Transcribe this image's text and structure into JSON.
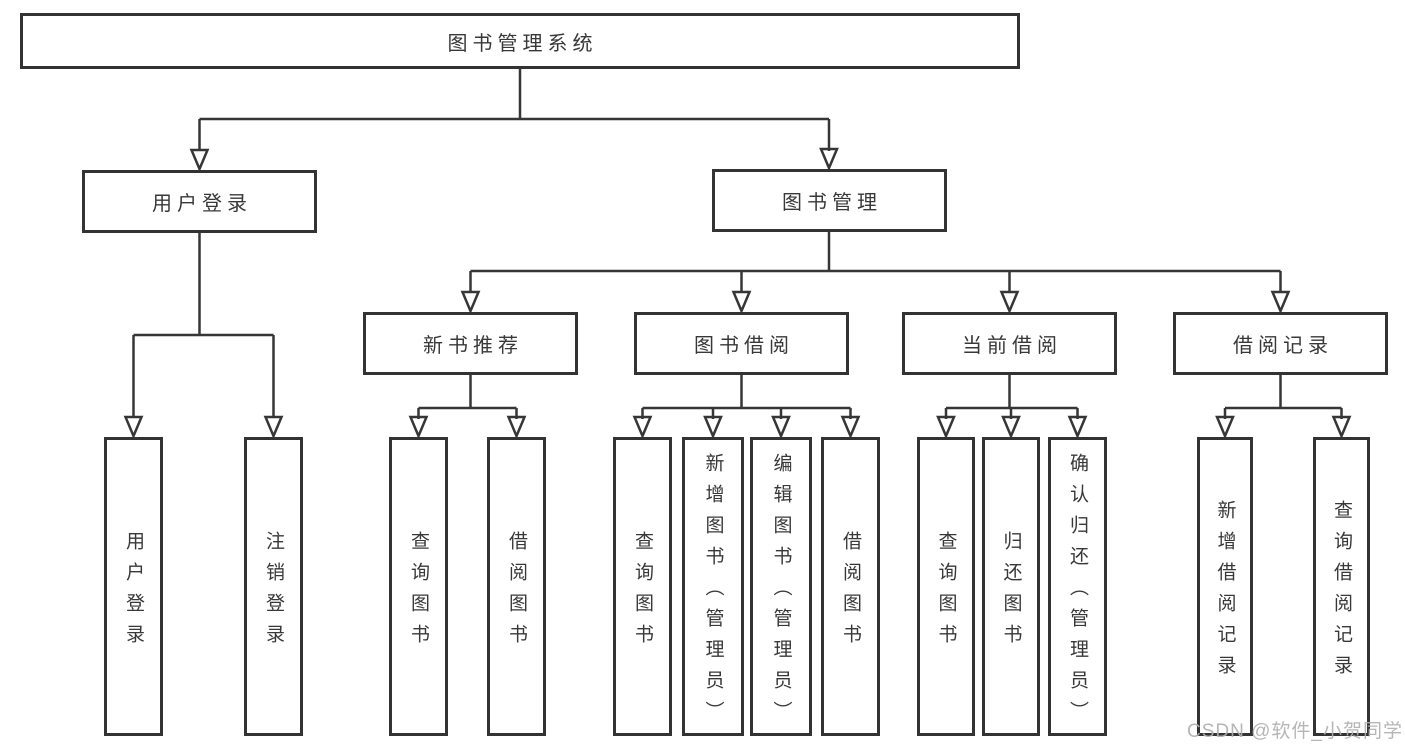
{
  "root": {
    "label": "图书管理系统"
  },
  "level2": {
    "user_login": "用户登录",
    "book_management": "图书管理"
  },
  "level3": {
    "new_book_recommend": "新书推荐",
    "book_borrow": "图书借阅",
    "current_borrow": "当前借阅",
    "borrow_records": "借阅记录"
  },
  "leaves": {
    "user_login": "用户登录",
    "logout": "注销登录",
    "nb_query_books": "查询图书",
    "nb_borrow_books": "借阅图书",
    "bb_query_books": "查询图书",
    "bb_add_books": "新增图书（管理员）",
    "bb_edit_books": "编辑图书（管理员）",
    "bb_borrow_books": "借阅图书",
    "cb_query_books": "查询图书",
    "cb_return_books": "归还图书",
    "cb_confirm_return": "确认归还（管理员）",
    "br_add_record": "新增借阅记录",
    "br_query_record": "查询借阅记录"
  },
  "watermark": "CSDN @软件_小贺同学",
  "colors": {
    "line": "#363636",
    "border": "#333333",
    "text": "#383838",
    "background": "#ffffff",
    "watermark": "#b0b0b0"
  }
}
